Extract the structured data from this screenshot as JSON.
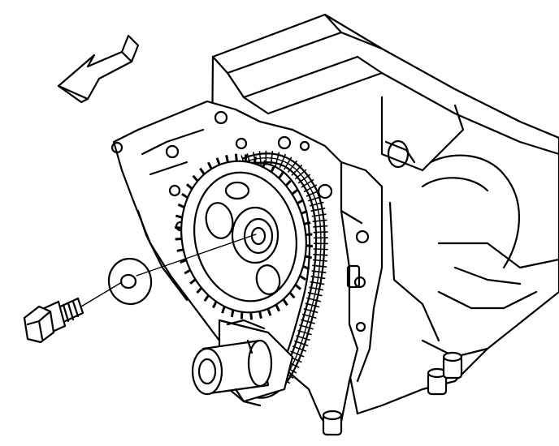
{
  "figure": {
    "parts": [
      "engine-block",
      "camshaft-sprocket",
      "timing-chain",
      "crankshaft-sprocket",
      "washer",
      "bolt",
      "direction-arrow"
    ],
    "line_color": "#000000",
    "background": "#ffffff"
  }
}
